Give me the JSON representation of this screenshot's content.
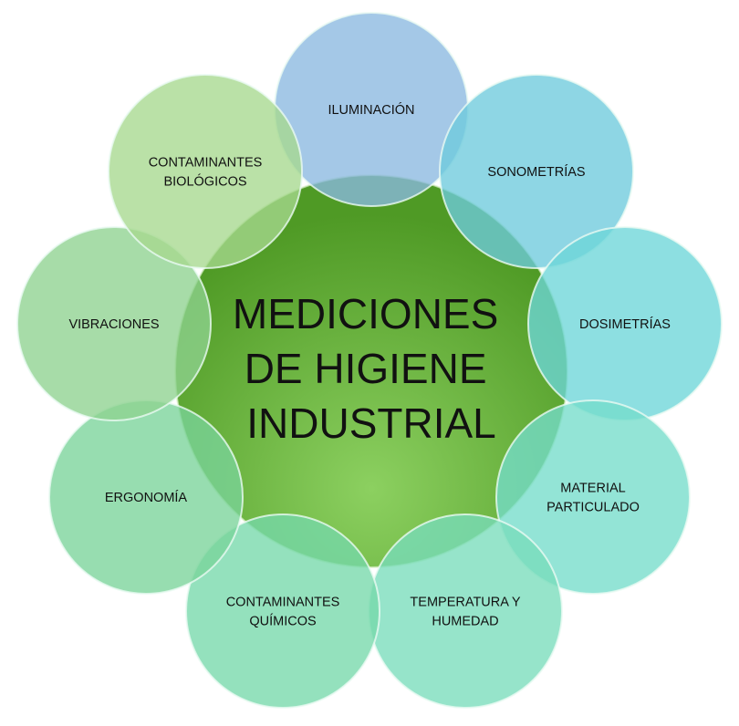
{
  "center": {
    "lines": [
      "MEDICIONES",
      "DE HIGIENE",
      "INDUSTRIAL"
    ],
    "color_light": "#8cd060",
    "color_dark": "#4f9a25"
  },
  "items": [
    {
      "lines": [
        "ILUMINACIÓN"
      ],
      "color": "#8ab8e0"
    },
    {
      "lines": [
        "SONOMETRÍAS"
      ],
      "color": "#6ecadc"
    },
    {
      "lines": [
        "DOSIMETRÍAS"
      ],
      "color": "#6dd6d8"
    },
    {
      "lines": [
        "MATERIAL",
        "PARTICULADO"
      ],
      "color": "#74dccb"
    },
    {
      "lines": [
        "TEMPERATURA Y",
        "HUMEDAD"
      ],
      "color": "#78dcbb"
    },
    {
      "lines": [
        "CONTAMINANTES",
        "QUÍMICOS"
      ],
      "color": "#76d8aa"
    },
    {
      "lines": [
        "ERGONOMÍA"
      ],
      "color": "#7ad49a"
    },
    {
      "lines": [
        "VIBRACIONES"
      ],
      "color": "#8ed28f"
    },
    {
      "lines": [
        "CONTAMINANTES",
        "BIOLÓGICOS"
      ],
      "color": "#a6d88e"
    }
  ]
}
